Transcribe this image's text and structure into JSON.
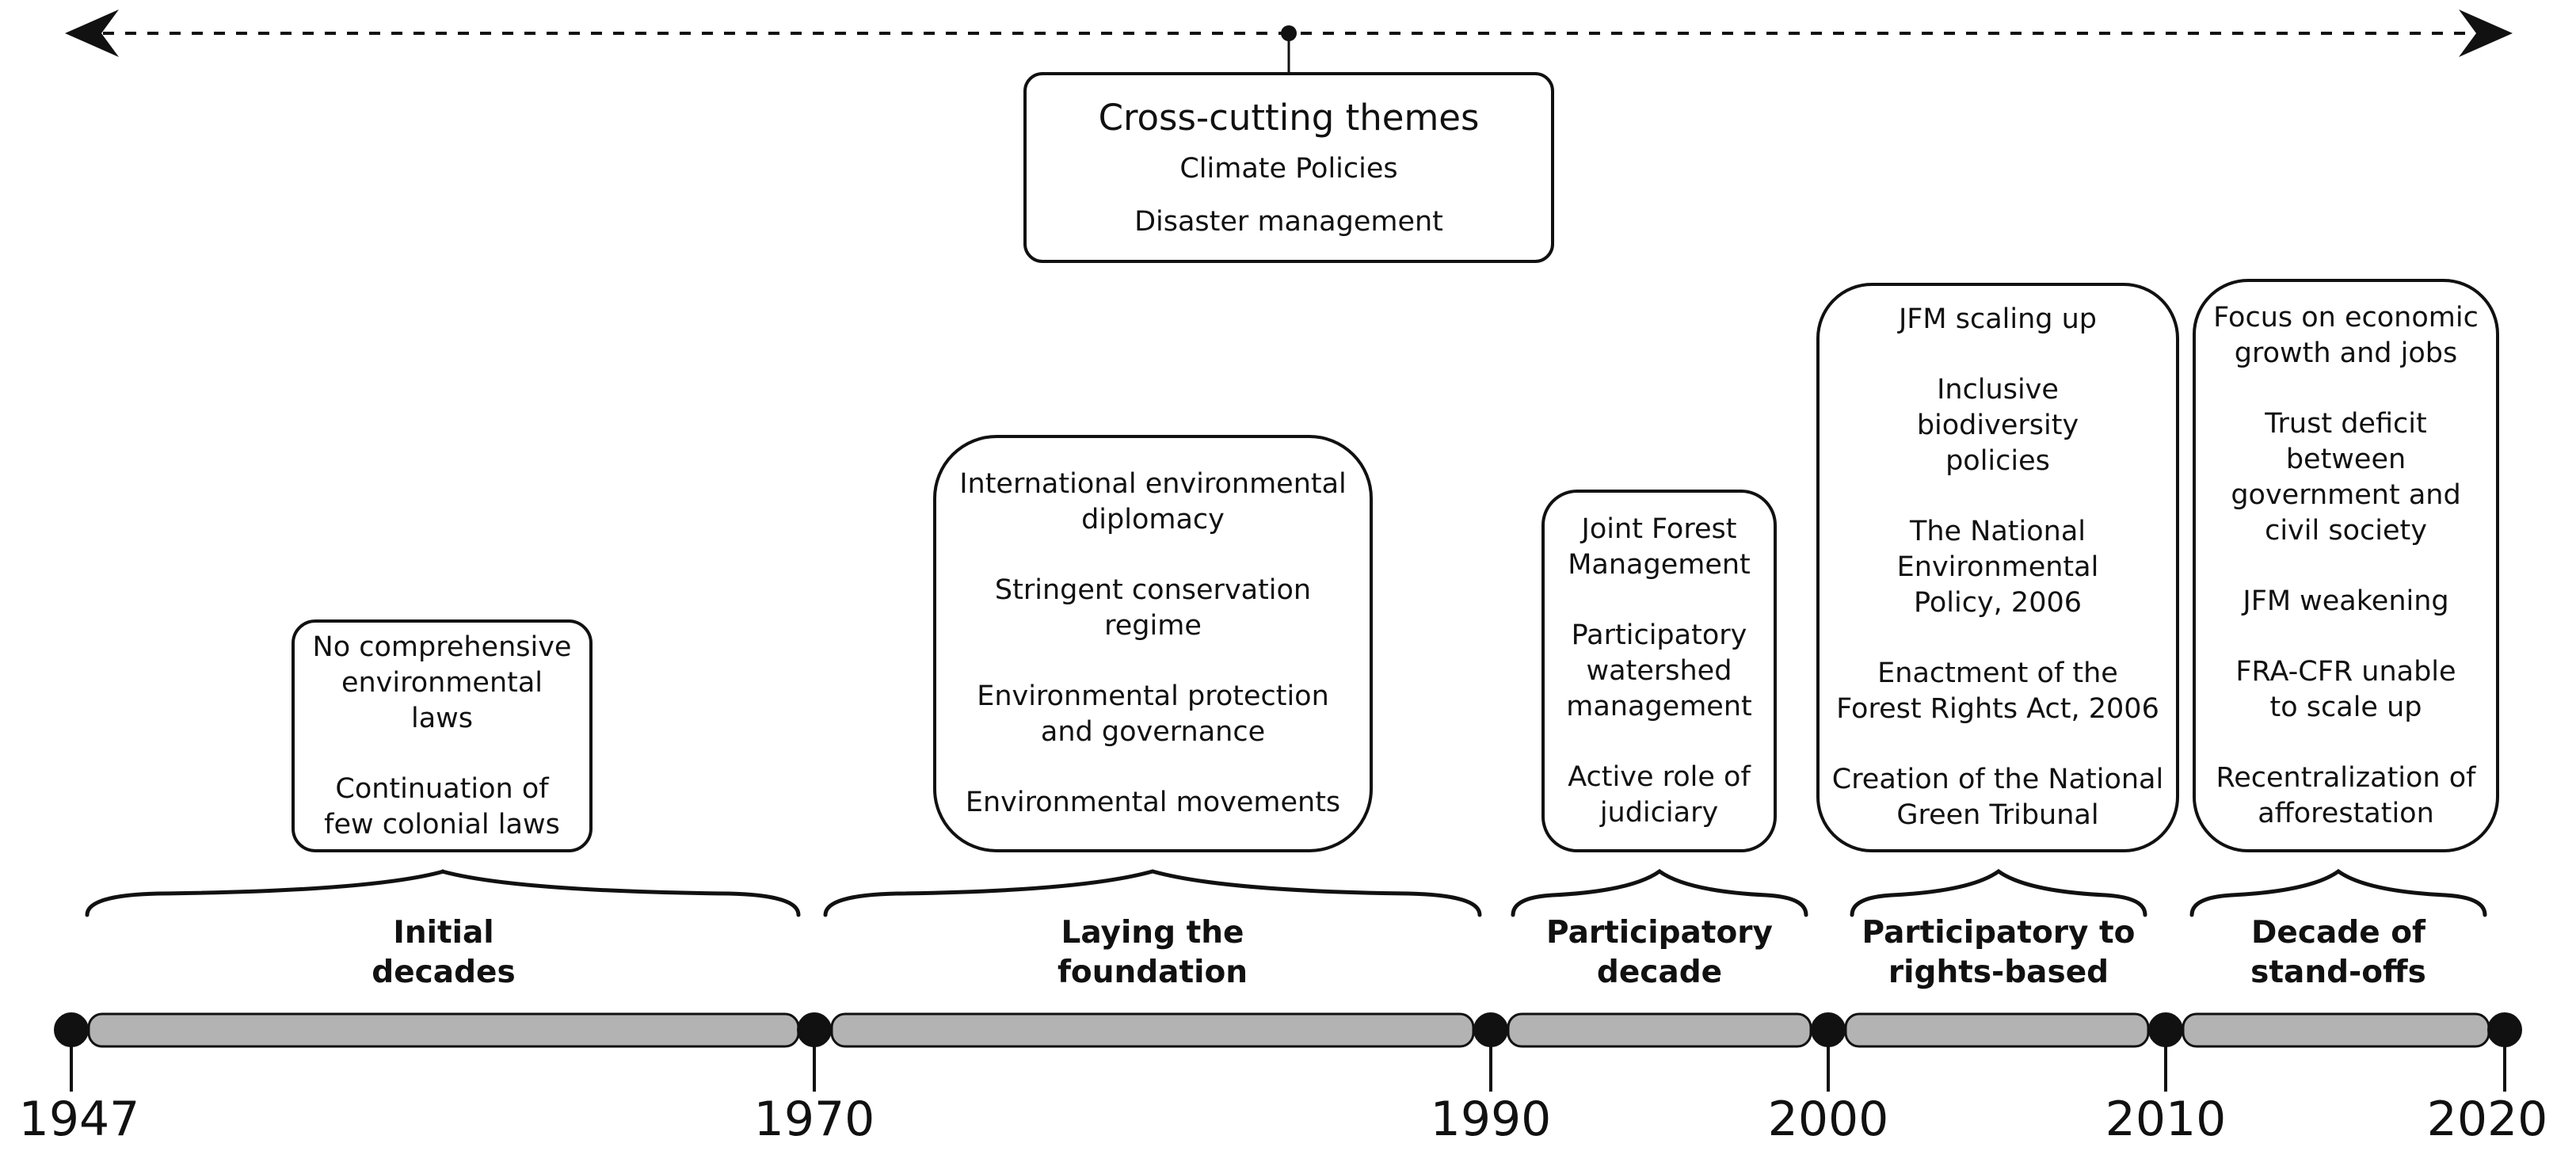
{
  "cross_cutting": {
    "title": "Cross-cutting themes",
    "items": [
      "Climate Policies",
      "Disaster management"
    ]
  },
  "periods": [
    {
      "label_line1": "Initial",
      "label_line2": "decades",
      "items": [
        "No comprehensive environmental laws",
        "Continuation of few colonial laws"
      ]
    },
    {
      "label_line1": "Laying the",
      "label_line2": "foundation",
      "items": [
        "International environmental diplomacy",
        "Stringent conservation regime",
        "Environmental protection and governance",
        "Environmental movements"
      ]
    },
    {
      "label_line1": "Participatory",
      "label_line2": "decade",
      "items": [
        "Joint Forest Management",
        "Participatory watershed management",
        "Active role of judiciary"
      ]
    },
    {
      "label_line1": "Participatory to",
      "label_line2": "rights-based",
      "items": [
        "JFM scaling up",
        "Inclusive biodiversity policies",
        "The National Environmental Policy, 2006",
        "Enactment of the Forest Rights Act, 2006",
        "Creation of the National Green Tribunal"
      ]
    },
    {
      "label_line1": "Decade of",
      "label_line2": "stand-offs",
      "items": [
        "Focus on economic growth and jobs",
        "Trust deficit between government and civil society",
        "JFM weakening",
        "FRA-CFR unable to scale up",
        "Recentralization of afforestation"
      ]
    }
  ],
  "years": [
    "1947",
    "1970",
    "1990",
    "2000",
    "2010",
    "2020"
  ],
  "colors": {
    "stroke": "#111111",
    "bar_fill": "#b3b3b3",
    "background": "#ffffff"
  }
}
